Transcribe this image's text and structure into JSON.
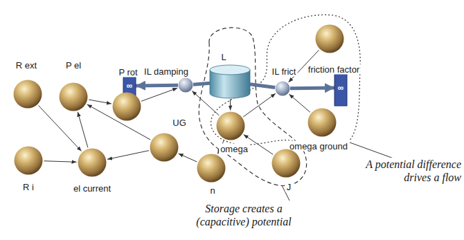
{
  "diagram": {
    "nodes": [
      {
        "text": [
          "L"
        ]
      },
      {
        "text": [
          "IL damping"
        ]
      },
      {
        "text": [
          "∞"
        ]
      },
      {
        "text": [
          "IL frict"
        ]
      },
      {
        "text": [
          "∞"
        ]
      },
      {
        "text": [
          "friction factor"
        ]
      },
      {
        "text": [
          "R ext"
        ]
      },
      {
        "text": [
          "P el"
        ]
      },
      {
        "text": [
          "P rot"
        ]
      },
      {
        "text": [
          "UG"
        ]
      },
      {
        "text": [
          "omega"
        ]
      },
      {
        "text": [
          "omega ground"
        ]
      },
      {
        "text": [
          "R i"
        ]
      },
      {
        "text": [
          "el current"
        ]
      },
      {
        "text": [
          "n"
        ]
      },
      {
        "text": [
          "J"
        ]
      }
    ],
    "edges": [
      {
        "from": 0,
        "to": 1,
        "arrow": "none"
      },
      {
        "from": 1,
        "to": 2,
        "arrow": "to"
      },
      {
        "from": 0,
        "to": 3,
        "arrow": "none"
      },
      {
        "from": 3,
        "to": 4,
        "arrow": "to"
      },
      {
        "from": 0,
        "to": 10,
        "arrow": "to"
      },
      {
        "from": 10,
        "to": 1,
        "arrow": "to"
      },
      {
        "from": 10,
        "to": 3,
        "arrow": "to"
      },
      {
        "from": 5,
        "to": 3,
        "arrow": "to"
      },
      {
        "from": 11,
        "to": 3,
        "arrow": "to"
      },
      {
        "from": 15,
        "to": 10,
        "arrow": "to"
      },
      {
        "from": 10,
        "to": 14,
        "arrow": "to"
      },
      {
        "from": 14,
        "to": 9,
        "arrow": "to"
      },
      {
        "from": 9,
        "to": 13,
        "arrow": "to"
      },
      {
        "from": 9,
        "to": 7,
        "arrow": "to"
      },
      {
        "from": 6,
        "to": 13,
        "arrow": "to"
      },
      {
        "from": 12,
        "to": 13,
        "arrow": "to"
      },
      {
        "from": 13,
        "to": 7,
        "arrow": "to"
      },
      {
        "from": 7,
        "to": 8,
        "arrow": "to"
      },
      {
        "from": 8,
        "to": 1,
        "arrow": "to"
      }
    ],
    "labels": [
      "A potential difference drives a flow",
      "Storage creates a (capacitive) potential"
    ]
  }
}
